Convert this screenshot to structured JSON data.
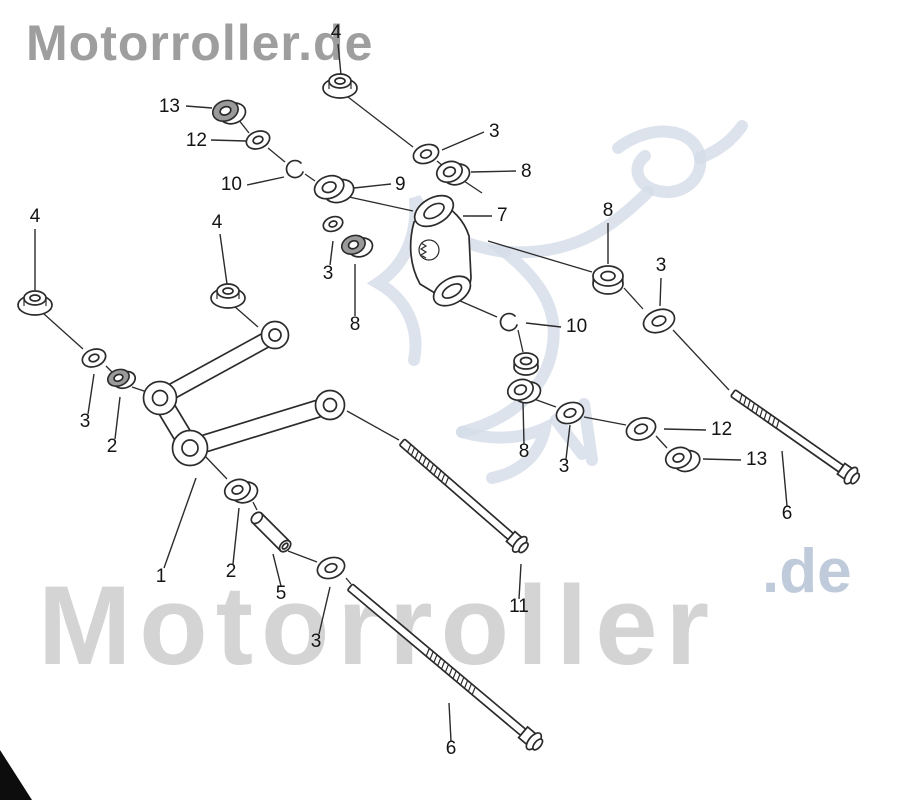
{
  "brand": {
    "header": "Motorroller.de",
    "watermark_text": "Motorroller",
    "watermark_suffix": ".de"
  },
  "colors": {
    "line": "#2b2b2b",
    "header_gray": "#9e9e9e",
    "watermark_gray": "#d4d4d4",
    "watermark_blue": "#bfcadb",
    "logo_blue": "#d4dce9",
    "callout_ink": "#141414"
  },
  "callouts": [
    {
      "label": "4"
    },
    {
      "label": "13"
    },
    {
      "label": "12"
    },
    {
      "label": "3"
    },
    {
      "label": "10"
    },
    {
      "label": "9"
    },
    {
      "label": "8"
    },
    {
      "label": "7"
    },
    {
      "label": "8"
    },
    {
      "label": "4"
    },
    {
      "label": "4"
    },
    {
      "label": "3"
    },
    {
      "label": "3"
    },
    {
      "label": "8"
    },
    {
      "label": "10"
    },
    {
      "label": "3"
    },
    {
      "label": "2"
    },
    {
      "label": "1"
    },
    {
      "label": "2"
    },
    {
      "label": "5"
    },
    {
      "label": "3"
    },
    {
      "label": "11"
    },
    {
      "label": "8"
    },
    {
      "label": "3"
    },
    {
      "label": "12"
    },
    {
      "label": "13"
    },
    {
      "label": "6"
    },
    {
      "label": "6"
    }
  ]
}
